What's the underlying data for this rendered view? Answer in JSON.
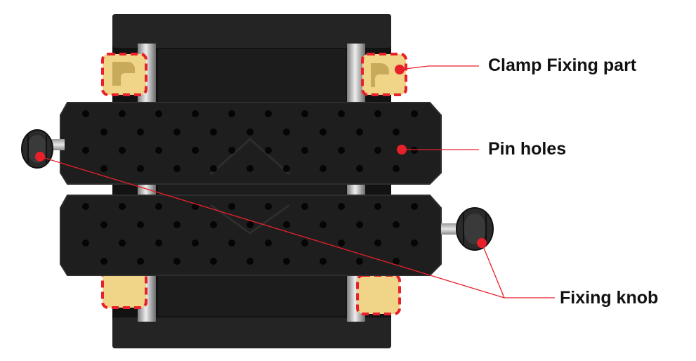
{
  "labels": {
    "clamp_fixing_part": "Clamp Fixing part",
    "pin_holes": "Pin holes",
    "fixing_knob": "Fixing knob"
  },
  "colors": {
    "leader_line": "#e8202a",
    "marker": "#e8202a",
    "highlight_fill": "#f0d488",
    "highlight_border": "#e8202a",
    "body": "#1a1a1a",
    "rail": "#b8b8b8"
  },
  "icons": [
    "fixing-knob-icon",
    "pin-hole-marker"
  ]
}
